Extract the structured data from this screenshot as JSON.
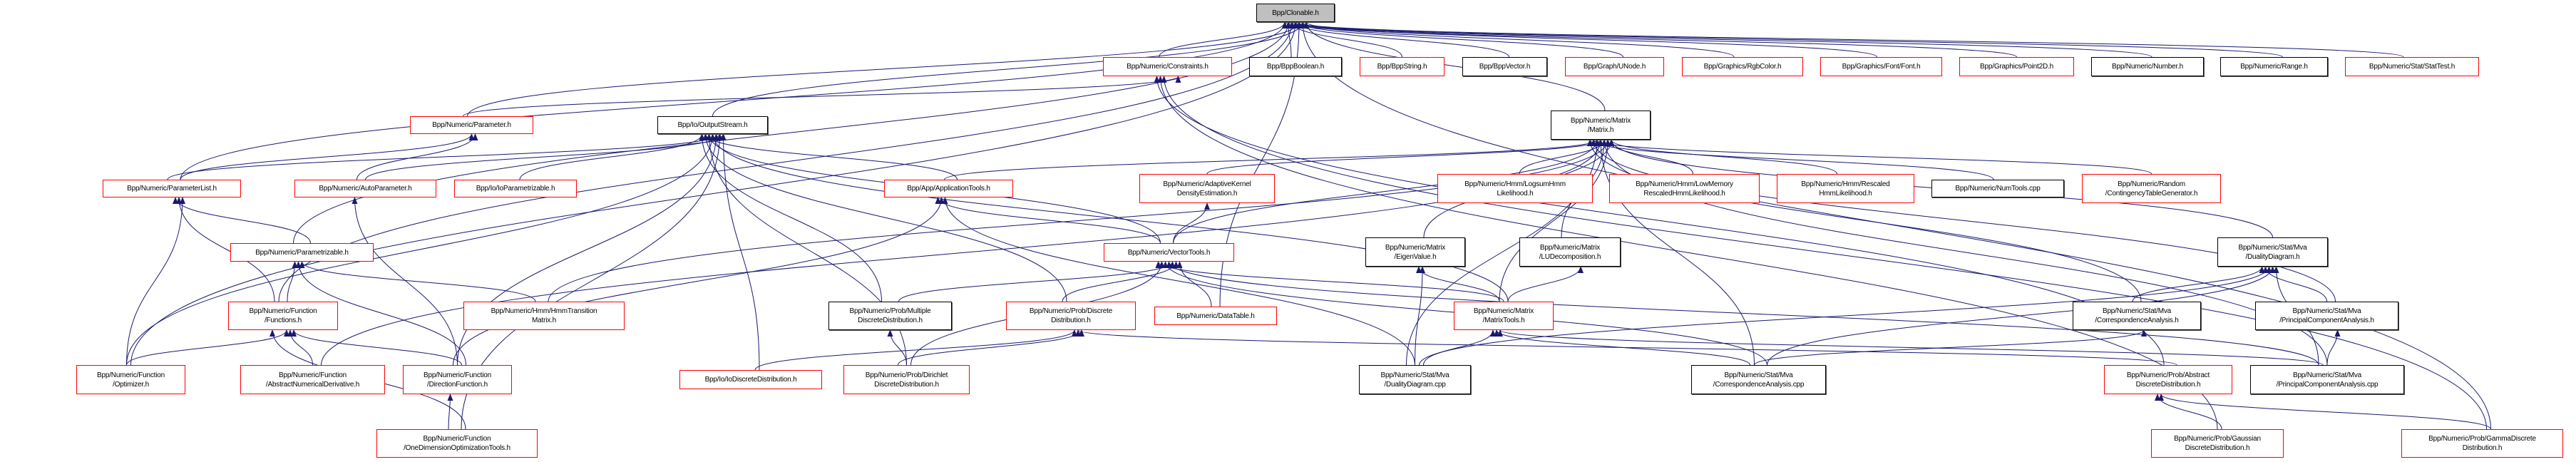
{
  "graph": {
    "edge_color": "#191970",
    "nodes": [
      {
        "id": "clonable",
        "lines": [
          "Bpp/Clonable.h"
        ],
        "style": "root"
      },
      {
        "id": "constraints",
        "lines": [
          "Bpp/Numeric/Constraints.h"
        ],
        "style": "red"
      },
      {
        "id": "bppboolean",
        "lines": [
          "Bpp/BppBoolean.h"
        ],
        "style": "black"
      },
      {
        "id": "bppstring",
        "lines": [
          "Bpp/BppString.h"
        ],
        "style": "red"
      },
      {
        "id": "bppvector",
        "lines": [
          "Bpp/BppVector.h"
        ],
        "style": "black"
      },
      {
        "id": "unode",
        "lines": [
          "Bpp/Graph/UNode.h"
        ],
        "style": "red"
      },
      {
        "id": "rgbcolor",
        "lines": [
          "Bpp/Graphics/RgbColor.h"
        ],
        "style": "red"
      },
      {
        "id": "font",
        "lines": [
          "Bpp/Graphics/Font/Font.h"
        ],
        "style": "red"
      },
      {
        "id": "point2d",
        "lines": [
          "Bpp/Graphics/Point2D.h"
        ],
        "style": "red"
      },
      {
        "id": "number",
        "lines": [
          "Bpp/Numeric/Number.h"
        ],
        "style": "black"
      },
      {
        "id": "range",
        "lines": [
          "Bpp/Numeric/Range.h"
        ],
        "style": "black"
      },
      {
        "id": "stattest",
        "lines": [
          "Bpp/Numeric/Stat/StatTest.h"
        ],
        "style": "red"
      },
      {
        "id": "parameter",
        "lines": [
          "Bpp/Numeric/Parameter.h"
        ],
        "style": "red"
      },
      {
        "id": "outputstream",
        "lines": [
          "Bpp/Io/OutputStream.h"
        ],
        "style": "black"
      },
      {
        "id": "matrix",
        "lines": [
          "Bpp/Numeric/Matrix",
          "/Matrix.h"
        ],
        "style": "black"
      },
      {
        "id": "parameterlist",
        "lines": [
          "Bpp/Numeric/ParameterList.h"
        ],
        "style": "red"
      },
      {
        "id": "autoparameter",
        "lines": [
          "Bpp/Numeric/AutoParameter.h"
        ],
        "style": "red"
      },
      {
        "id": "ioparametrizable",
        "lines": [
          "Bpp/Io/IoParametrizable.h"
        ],
        "style": "red"
      },
      {
        "id": "applicationtools",
        "lines": [
          "Bpp/App/ApplicationTools.h"
        ],
        "style": "red"
      },
      {
        "id": "adaptivekernel",
        "lines": [
          "Bpp/Numeric/AdaptiveKernel",
          "DensityEstimation.h"
        ],
        "style": "red"
      },
      {
        "id": "logsumhmm",
        "lines": [
          "Bpp/Numeric/Hmm/LogsumHmm",
          "Likelihood.h"
        ],
        "style": "red"
      },
      {
        "id": "lowmemory",
        "lines": [
          "Bpp/Numeric/Hmm/LowMemory",
          "RescaledHmmLikelihood.h"
        ],
        "style": "red"
      },
      {
        "id": "rescaledhmm",
        "lines": [
          "Bpp/Numeric/Hmm/Rescaled",
          "HmmLikelihood.h"
        ],
        "style": "red"
      },
      {
        "id": "numtools",
        "lines": [
          "Bpp/Numeric/NumTools.cpp"
        ],
        "style": "black"
      },
      {
        "id": "contingency",
        "lines": [
          "Bpp/Numeric/Random",
          "/ContingencyTableGenerator.h"
        ],
        "style": "red"
      },
      {
        "id": "parametrizable",
        "lines": [
          "Bpp/Numeric/Parametrizable.h"
        ],
        "style": "red"
      },
      {
        "id": "vectortools",
        "lines": [
          "Bpp/Numeric/VectorTools.h"
        ],
        "style": "red"
      },
      {
        "id": "eigenvalue",
        "lines": [
          "Bpp/Numeric/Matrix",
          "/EigenValue.h"
        ],
        "style": "black"
      },
      {
        "id": "ludecomposition",
        "lines": [
          "Bpp/Numeric/Matrix",
          "/LUDecomposition.h"
        ],
        "style": "black"
      },
      {
        "id": "dualitydiagram_h",
        "lines": [
          "Bpp/Numeric/Stat/Mva",
          "/DualityDiagram.h"
        ],
        "style": "black"
      },
      {
        "id": "functions",
        "lines": [
          "Bpp/Numeric/Function",
          "/Functions.h"
        ],
        "style": "red"
      },
      {
        "id": "hmmtransition",
        "lines": [
          "Bpp/Numeric/Hmm/HmmTransition",
          "Matrix.h"
        ],
        "style": "red"
      },
      {
        "id": "multiplediscrete",
        "lines": [
          "Bpp/Numeric/Prob/Multiple",
          "DiscreteDistribution.h"
        ],
        "style": "black"
      },
      {
        "id": "discretedistribution",
        "lines": [
          "Bpp/Numeric/Prob/Discrete",
          "Distribution.h"
        ],
        "style": "red"
      },
      {
        "id": "datatable",
        "lines": [
          "Bpp/Numeric/DataTable.h"
        ],
        "style": "red"
      },
      {
        "id": "matrixtools",
        "lines": [
          "Bpp/Numeric/Matrix",
          "/MatrixTools.h"
        ],
        "style": "red"
      },
      {
        "id": "correspondence_h",
        "lines": [
          "Bpp/Numeric/Stat/Mva",
          "/CorrespondenceAnalysis.h"
        ],
        "style": "black"
      },
      {
        "id": "pca_h",
        "lines": [
          "Bpp/Numeric/Stat/Mva",
          "/PrincipalComponentAnalysis.h"
        ],
        "style": "black"
      },
      {
        "id": "optimizer",
        "lines": [
          "Bpp/Numeric/Function",
          "/Optimizer.h"
        ],
        "style": "red"
      },
      {
        "id": "abstractnumderiv",
        "lines": [
          "Bpp/Numeric/Function",
          "/AbstractNumericalDerivative.h"
        ],
        "style": "red"
      },
      {
        "id": "directionfunction",
        "lines": [
          "Bpp/Numeric/Function",
          "/DirectionFunction.h"
        ],
        "style": "red"
      },
      {
        "id": "iodiscrete",
        "lines": [
          "Bpp/Io/IoDiscreteDistribution.h"
        ],
        "style": "red"
      },
      {
        "id": "dirichlet",
        "lines": [
          "Bpp/Numeric/Prob/Dirichlet",
          "DiscreteDistribution.h"
        ],
        "style": "red"
      },
      {
        "id": "dualitydiagram_cpp",
        "lines": [
          "Bpp/Numeric/Stat/Mva",
          "/DualityDiagram.cpp"
        ],
        "style": "black"
      },
      {
        "id": "correspondence_cpp",
        "lines": [
          "Bpp/Numeric/Stat/Mva",
          "/CorrespondenceAnalysis.cpp"
        ],
        "style": "black"
      },
      {
        "id": "abstractdiscrete",
        "lines": [
          "Bpp/Numeric/Prob/Abstract",
          "DiscreteDistribution.h"
        ],
        "style": "red"
      },
      {
        "id": "pca_cpp",
        "lines": [
          "Bpp/Numeric/Stat/Mva",
          "/PrincipalComponentAnalysis.cpp"
        ],
        "style": "black"
      },
      {
        "id": "onedimopt",
        "lines": [
          "Bpp/Numeric/Function",
          "/OneDimensionOptimizationTools.h"
        ],
        "style": "red"
      },
      {
        "id": "gaussiandiscrete",
        "lines": [
          "Bpp/Numeric/Prob/Gaussian",
          "DiscreteDistribution.h"
        ],
        "style": "red"
      },
      {
        "id": "gammadiscrete",
        "lines": [
          "Bpp/Numeric/Prob/GammaDiscrete",
          "Distribution.h"
        ],
        "style": "red"
      }
    ],
    "edges": [
      [
        "constraints",
        "clonable"
      ],
      [
        "bppboolean",
        "clonable"
      ],
      [
        "bppstring",
        "clonable"
      ],
      [
        "bppvector",
        "clonable"
      ],
      [
        "unode",
        "clonable"
      ],
      [
        "rgbcolor",
        "clonable"
      ],
      [
        "font",
        "clonable"
      ],
      [
        "point2d",
        "clonable"
      ],
      [
        "number",
        "clonable"
      ],
      [
        "range",
        "clonable"
      ],
      [
        "stattest",
        "clonable"
      ],
      [
        "parameter",
        "clonable"
      ],
      [
        "outputstream",
        "clonable"
      ],
      [
        "matrix",
        "clonable"
      ],
      [
        "parameterlist",
        "clonable"
      ],
      [
        "parametrizable",
        "clonable"
      ],
      [
        "functions",
        "clonable"
      ],
      [
        "optimizer",
        "clonable"
      ],
      [
        "datatable",
        "clonable"
      ],
      [
        "gammadiscrete",
        "clonable"
      ],
      [
        "parameter",
        "constraints"
      ],
      [
        "abstractdiscrete",
        "constraints"
      ],
      [
        "gaussiandiscrete",
        "constraints"
      ],
      [
        "gammadiscrete",
        "constraints"
      ],
      [
        "parameterlist",
        "parameter"
      ],
      [
        "autoparameter",
        "parameter"
      ],
      [
        "parameterlist",
        "outputstream"
      ],
      [
        "autoparameter",
        "outputstream"
      ],
      [
        "ioparametrizable",
        "outputstream"
      ],
      [
        "applicationtools",
        "outputstream"
      ],
      [
        "vectortools",
        "outputstream"
      ],
      [
        "optimizer",
        "outputstream"
      ],
      [
        "directionfunction",
        "outputstream"
      ],
      [
        "onedimopt",
        "outputstream"
      ],
      [
        "iodiscrete",
        "outputstream"
      ],
      [
        "multiplediscrete",
        "outputstream"
      ],
      [
        "discretedistribution",
        "outputstream"
      ],
      [
        "dirichlet",
        "outputstream"
      ],
      [
        "matrixtools",
        "outputstream"
      ],
      [
        "parametrizable",
        "parameterlist"
      ],
      [
        "functions",
        "parameterlist"
      ],
      [
        "optimizer",
        "parameterlist"
      ],
      [
        "directionfunction",
        "autoparameter"
      ],
      [
        "functions",
        "parametrizable"
      ],
      [
        "directionfunction",
        "parametrizable"
      ],
      [
        "hmmtransition",
        "parametrizable"
      ],
      [
        "optimizer",
        "functions"
      ],
      [
        "abstractnumderiv",
        "functions"
      ],
      [
        "directionfunction",
        "functions"
      ],
      [
        "onedimopt",
        "functions"
      ],
      [
        "onedimopt",
        "directionfunction"
      ],
      [
        "applicationtools",
        "matrix"
      ],
      [
        "adaptivekernel",
        "matrix"
      ],
      [
        "logsumhmm",
        "matrix"
      ],
      [
        "lowmemory",
        "matrix"
      ],
      [
        "rescaledhmm",
        "matrix"
      ],
      [
        "numtools",
        "matrix"
      ],
      [
        "contingency",
        "matrix"
      ],
      [
        "vectortools",
        "matrix"
      ],
      [
        "eigenvalue",
        "matrix"
      ],
      [
        "ludecomposition",
        "matrix"
      ],
      [
        "matrixtools",
        "matrix"
      ],
      [
        "dualitydiagram_h",
        "matrix"
      ],
      [
        "correspondence_h",
        "matrix"
      ],
      [
        "pca_h",
        "matrix"
      ],
      [
        "dualitydiagram_cpp",
        "matrix"
      ],
      [
        "correspondence_cpp",
        "matrix"
      ],
      [
        "pca_cpp",
        "matrix"
      ],
      [
        "hmmtransition",
        "matrix"
      ],
      [
        "abstractnumderiv",
        "matrix"
      ],
      [
        "vectortools",
        "applicationtools"
      ],
      [
        "directionfunction",
        "applicationtools"
      ],
      [
        "dualitydiagram_cpp",
        "applicationtools"
      ],
      [
        "vectortools",
        "adaptivekernel"
      ],
      [
        "multiplediscrete",
        "vectortools"
      ],
      [
        "discretedistribution",
        "vectortools"
      ],
      [
        "datatable",
        "vectortools"
      ],
      [
        "matrixtools",
        "vectortools"
      ],
      [
        "dirichlet",
        "vectortools"
      ],
      [
        "correspondence_cpp",
        "vectortools"
      ],
      [
        "pca_cpp",
        "vectortools"
      ],
      [
        "matrixtools",
        "eigenvalue"
      ],
      [
        "dualitydiagram_cpp",
        "eigenvalue"
      ],
      [
        "matrixtools",
        "ludecomposition"
      ],
      [
        "dualitydiagram_cpp",
        "matrixtools"
      ],
      [
        "correspondence_cpp",
        "matrixtools"
      ],
      [
        "pca_cpp",
        "matrixtools"
      ],
      [
        "dirichlet",
        "multiplediscrete"
      ],
      [
        "iodiscrete",
        "discretedistribution"
      ],
      [
        "abstractdiscrete",
        "discretedistribution"
      ],
      [
        "dirichlet",
        "discretedistribution"
      ],
      [
        "correspondence_h",
        "dualitydiagram_h"
      ],
      [
        "pca_h",
        "dualitydiagram_h"
      ],
      [
        "dualitydiagram_cpp",
        "dualitydiagram_h"
      ],
      [
        "correspondence_cpp",
        "dualitydiagram_h"
      ],
      [
        "pca_cpp",
        "dualitydiagram_h"
      ],
      [
        "correspondence_cpp",
        "correspondence_h"
      ],
      [
        "pca_cpp",
        "pca_h"
      ],
      [
        "gaussiandiscrete",
        "abstractdiscrete"
      ],
      [
        "gammadiscrete",
        "abstractdiscrete"
      ]
    ]
  }
}
